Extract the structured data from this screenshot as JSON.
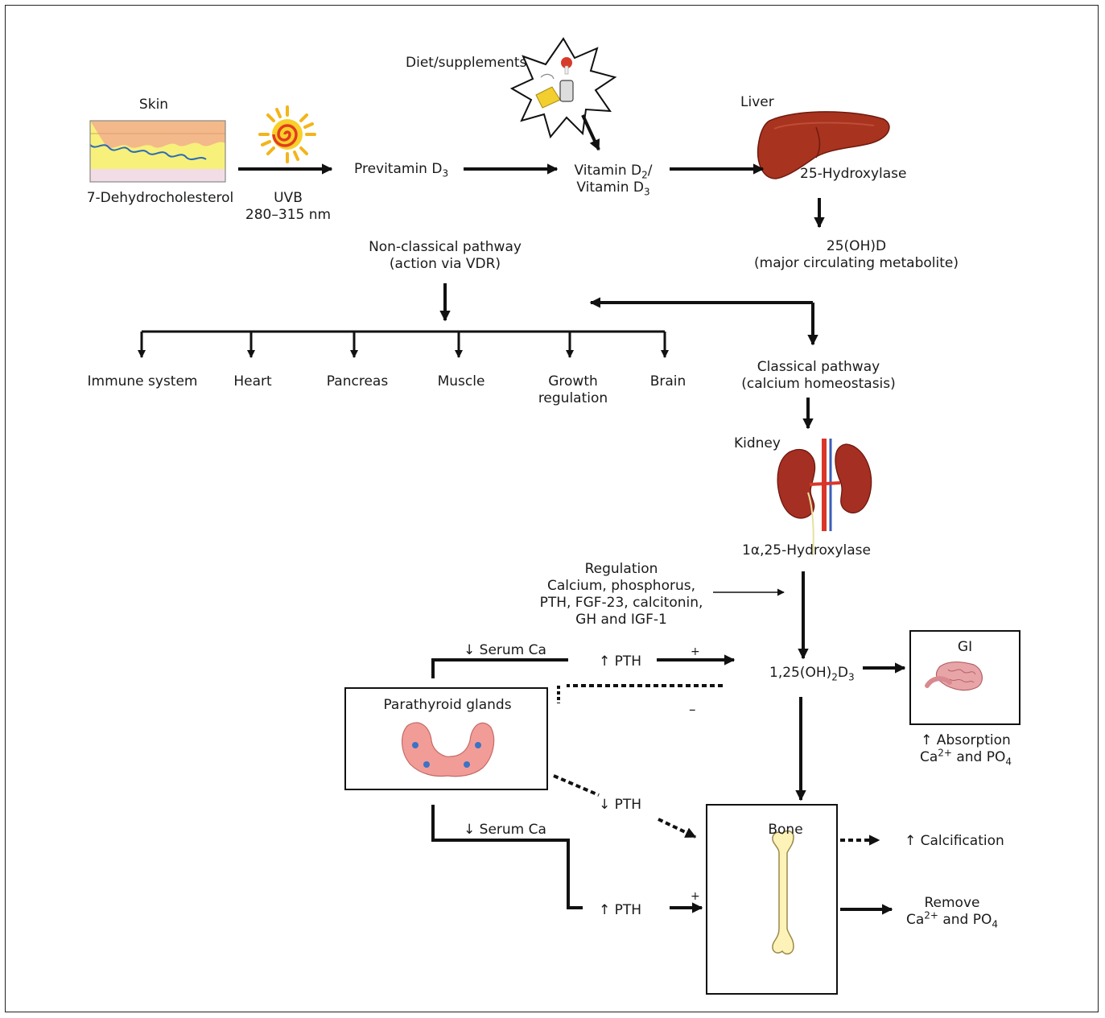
{
  "nodes": {
    "skin": "Skin",
    "dehydrocholesterol": "7-Dehydrocholesterol",
    "uvb": "UVB",
    "uvb_range": "280–315 nm",
    "previtamin_prefix": "Previtamin D",
    "previtamin_sub": "3",
    "diet": "Diet/supplements",
    "vitamin_d2_prefix": "Vitamin D",
    "vitamin_d2_sub": "2",
    "vitamin_d2_suffix": "/",
    "vitamin_d3_prefix": "Vitamin D",
    "vitamin_d3_sub": "3",
    "liver": "Liver",
    "hydroxylase25": "25-Hydroxylase",
    "ohd_25": "25(OH)D",
    "ohd_25_desc": "(major circulating metabolite)",
    "nonclassical_1": "Non-classical pathway",
    "nonclassical_2": "(action via VDR)",
    "classical_1": "Classical pathway",
    "classical_2": "(calcium homeostasis)",
    "kidney": "Kidney",
    "hydroxylase1a": "1α,25-Hydroxylase",
    "calcitriol_a": "1,25(OH)",
    "calcitriol_sub1": "2",
    "calcitriol_b": "D",
    "calcitriol_sub2": "3",
    "gi": "GI",
    "absorption_1": "↑ Absorption",
    "absorption_2a": "Ca",
    "absorption_2sup": "2+",
    "absorption_2b": " and PO",
    "absorption_2sub": "4",
    "parathyroid": "Parathyroid glands",
    "bone": "Bone",
    "calcification": "↑ Calcification",
    "remove_1": "Remove",
    "remove_2a": "Ca",
    "remove_2sup": "2+",
    "remove_2b": " and PO",
    "remove_2sub": "4"
  },
  "targets": {
    "immune": "Immune system",
    "heart": "Heart",
    "pancreas": "Pancreas",
    "muscle": "Muscle",
    "growth_1": "Growth",
    "growth_2": "regulation",
    "brain": "Brain"
  },
  "regulation": {
    "title": "Regulation",
    "line1": "Calcium, phosphorus,",
    "line2": "PTH, FGF-23, calcitonin,",
    "line3": "GH and IGF-1"
  },
  "feedback": {
    "serum_ca_top": "↓ Serum Ca",
    "pth_up_top": "↑ PTH",
    "plus_top": "+",
    "minus": "–",
    "pth_down": "↓ PTH",
    "serum_ca_bottom": "↓ Serum Ca",
    "pth_up_bottom": "↑ PTH",
    "plus_bottom": "+"
  },
  "icons": {
    "skin": "skin-layers-illustration",
    "sun": "sun-icon",
    "food": "food-burst-illustration",
    "liver": "liver-illustration",
    "kidney": "kidney-illustration",
    "intestine": "intestine-illustration",
    "parathyroid": "parathyroid-illustration",
    "bone": "bone-illustration"
  }
}
